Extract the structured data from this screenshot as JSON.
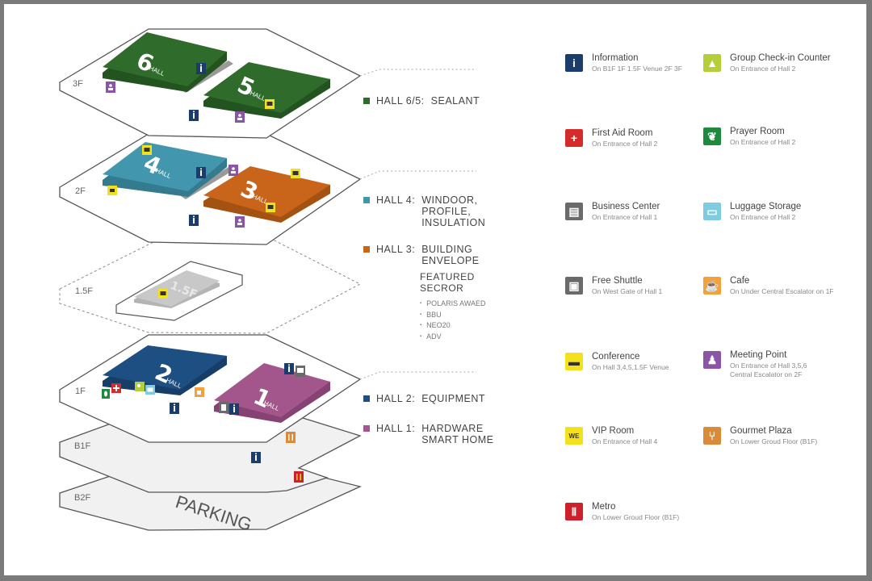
{
  "floors": {
    "f3": "3F",
    "f2": "2F",
    "f15": "1.5F",
    "f1": "1F",
    "b1": "B1F",
    "b2": "B2F"
  },
  "parking_label": "PARKING",
  "halls": {
    "h6": {
      "num": "6",
      "word": "HALL",
      "color": "#2f6b2b"
    },
    "h5": {
      "num": "5",
      "word": "HALL",
      "color": "#2f6b2b"
    },
    "h4": {
      "num": "4",
      "word": "HALL",
      "color": "#4297ae"
    },
    "h3": {
      "num": "3",
      "word": "HALL",
      "color": "#c8651a"
    },
    "h15": {
      "num": "1.5F",
      "color": "#c8c8c8"
    },
    "h2": {
      "num": "2",
      "word": "HALL",
      "color": "#1e4f82"
    },
    "h1": {
      "num": "1",
      "word": "HALL",
      "color": "#a3568c"
    }
  },
  "hall_labels": [
    {
      "name": "HALL 6/5:",
      "desc": [
        "SEALANT"
      ],
      "color": "#2f6b2b"
    },
    {
      "name": "HALL 4:",
      "desc": [
        "WINDOOR,",
        "PROFILE,",
        "INSULATION"
      ],
      "color": "#4297ae"
    },
    {
      "name": "HALL 3:",
      "desc": [
        "BUILDING",
        "ENVELOPE"
      ],
      "color": "#c8651a"
    },
    {
      "name": "HALL 2:",
      "desc": [
        "EQUIPMENT"
      ],
      "color": "#1e4f82"
    },
    {
      "name": "HALL 1:",
      "desc": [
        "HARDWARE",
        "SMART HOME"
      ],
      "color": "#a3568c"
    }
  ],
  "featured": {
    "title_1": "FEATURED",
    "title_2": "SECROR",
    "items": [
      "POLARIS AWAED",
      "BBU",
      "NEO20",
      "ADV"
    ]
  },
  "legend": [
    {
      "title": "Information",
      "sub": "On B1F  1F  1.5F Venue  2F  3F",
      "icon": "information-icon",
      "glyph": "i",
      "color": "#1b3d6e"
    },
    {
      "title": "Group Check-in Counter",
      "sub": "On Entrance of Hall 2",
      "icon": "group-checkin-icon",
      "glyph": "▲",
      "color": "#b5cf3b"
    },
    {
      "title": "First Aid Room",
      "sub": "On Entrance of Hall 2",
      "icon": "first-aid-icon",
      "glyph": "+",
      "color": "#d52b2b"
    },
    {
      "title": "Prayer Room",
      "sub": "On Entrance of Hall 2",
      "icon": "prayer-room-icon",
      "glyph": "❦",
      "color": "#1f8a3e"
    },
    {
      "title": "Business Center",
      "sub": "On Entrance of Hall 1",
      "icon": "business-center-icon",
      "glyph": "▤",
      "color": "#6a6a6a"
    },
    {
      "title": "Luggage Storage",
      "sub": "On Entrance of Hall 2",
      "icon": "luggage-storage-icon",
      "glyph": "▭",
      "color": "#7fcbe0"
    },
    {
      "title": "Free Shuttle",
      "sub": "On West Gate of Hall 1",
      "icon": "shuttle-bus-icon",
      "glyph": "▣",
      "color": "#6a6a6a"
    },
    {
      "title": "Cafe",
      "sub": "On Under Central Escalator on 1F",
      "icon": "cafe-icon",
      "glyph": "☕",
      "color": "#f3a13a"
    },
    {
      "title": "Conference",
      "sub": "On Hall 3,4,5,1.5F Venue",
      "icon": "conference-icon",
      "glyph": "▬",
      "color": "#f4e11e"
    },
    {
      "title": "Meeting Point",
      "sub": "On Entrance of Hall 3,5,6",
      "sub2": "Central Escalator on 2F",
      "icon": "meeting-point-icon",
      "glyph": "♟",
      "color": "#8b55a7"
    },
    {
      "title": "VIP Room",
      "sub": "On Entrance of Hall 4",
      "icon": "vip-room-icon",
      "glyph": "WE",
      "color": "#f4e11e"
    },
    {
      "title": "Gourmet Plaza",
      "sub": "On Lower Groud Floor (B1F)",
      "icon": "gourmet-plaza-icon",
      "glyph": "⑂",
      "color": "#d98b3a"
    },
    {
      "title": "Metro",
      "sub": "On Lower Groud Floor (B1F)",
      "icon": "metro-icon",
      "glyph": "Ⅱ",
      "color": "#cf1f2b"
    }
  ]
}
